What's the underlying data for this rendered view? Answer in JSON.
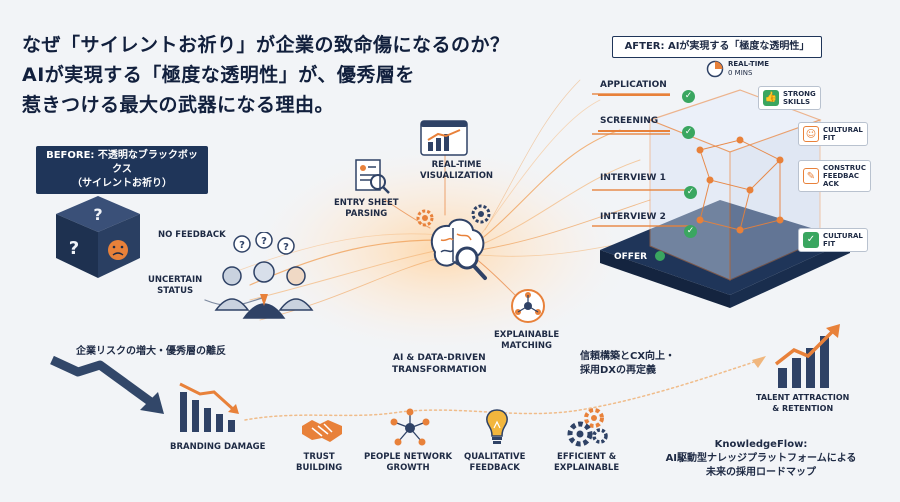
{
  "title": {
    "line1": "なぜ「サイレントお祈り」が企業の致命傷になるのか？",
    "line2": "AIが実現する「極度な透明性」が、優秀層を",
    "line3": "惹きつける最大の武器になる理由。"
  },
  "before": {
    "label_line1": "BEFORE: 不透明なブラックボックス",
    "label_line2": "（サイレントお祈り）",
    "no_feedback": "NO FEEDBACK",
    "uncertain_status": "UNCERTAIN\nSTATUS",
    "risk_label": "企業リスクの増大・優秀層の離反",
    "branding_damage": "BRANDING DAMAGE"
  },
  "center": {
    "real_time_visualization": "REAL-TIME\nVISUALIZATION",
    "entry_sheet_parsing": "ENTRY SHEET\nPARSING",
    "explainable_matching": "EXPLAINABLE\nMATCHING",
    "transformation_line1": "AI & DATA-DRIVEN",
    "transformation_line2": "TRANSFORMATION"
  },
  "after": {
    "label": "AFTER: AIが実現する「極度な透明性」",
    "real_time_line1": "REAL-TIME",
    "real_time_line2": "0 MINS",
    "stages": [
      "APPLICATION",
      "SCREENING",
      "INTERVIEW 1",
      "INTERVIEW 2",
      "OFFER"
    ],
    "bubbles": [
      "STRONG\nSKILLS",
      "CULTURAL\nFIT",
      "CONSTRUC\nFEEDBAC\nACK",
      "CULTURAL\nFIT"
    ],
    "trust_line1": "信頼構築とCX向上・",
    "trust_line2": "採用DXの再定義",
    "talent_line1": "TALENT ATTRACTION",
    "talent_line2": "& RETENTION"
  },
  "bottom": {
    "items": [
      "TRUST\nBUILDING",
      "PEOPLE NETWORK\nGROWTH",
      "QUALITATIVE\nFEEDBACK",
      "EFFICIENT &\nEXPLAINABLE"
    ]
  },
  "footer": {
    "line1": "KnowledgeFlow:",
    "line2": "AI駆動型ナレッジプラットフォームによる",
    "line3": "未来の採用ロードマップ"
  },
  "colors": {
    "navy": "#1f3559",
    "orange": "#e8813a",
    "green": "#3aa660",
    "background": "#f2f4f7"
  },
  "icons": [
    "cube-question-icon",
    "people-icon",
    "brain-icon",
    "magnifier-icon",
    "gear-icon",
    "handshake-icon",
    "network-icon",
    "lightbulb-icon",
    "clock-icon",
    "thumbs-up-icon",
    "chart-up-icon",
    "chart-down-icon",
    "document-icon"
  ]
}
